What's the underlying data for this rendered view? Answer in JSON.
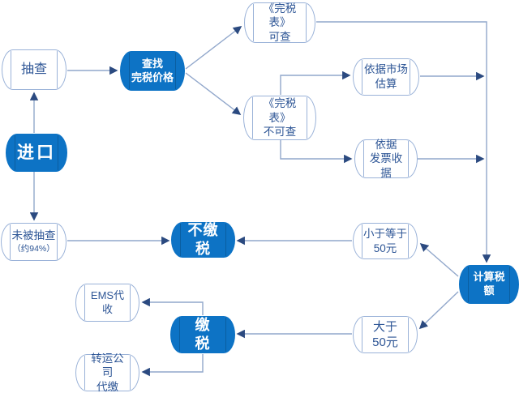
{
  "diagram": {
    "nodes": {
      "spot_check": {
        "label": "抽查"
      },
      "import": {
        "label": "进口"
      },
      "find_price": {
        "label": "查找\n完税价格"
      },
      "table_available": {
        "label": "《完税表》\n可查"
      },
      "table_unavailable": {
        "label": "《完税表》\n不可查"
      },
      "market_estimate": {
        "label": "依据市场\n估算"
      },
      "invoice_receipt": {
        "label": "依据\n发票收据"
      },
      "calc_tax": {
        "label": "计算税额"
      },
      "le_50": {
        "label": "小于等于\n50元"
      },
      "gt_50": {
        "label": "大于\n50元"
      },
      "no_tax": {
        "label": "不缴税"
      },
      "not_checked": {
        "label": "未被抽查",
        "sublabel": "（约94%）"
      },
      "ems_collect": {
        "label": "EMS代收"
      },
      "pay_tax": {
        "label": "缴　税"
      },
      "transfer_company": {
        "label": "转运公司\n代缴"
      }
    },
    "edges": [
      {
        "from": "import",
        "to": "spot_check"
      },
      {
        "from": "import",
        "to": "not_checked"
      },
      {
        "from": "spot_check",
        "to": "find_price"
      },
      {
        "from": "find_price",
        "to": "table_available"
      },
      {
        "from": "find_price",
        "to": "table_unavailable"
      },
      {
        "from": "table_unavailable",
        "to": "market_estimate"
      },
      {
        "from": "table_unavailable",
        "to": "invoice_receipt"
      },
      {
        "from": "table_available",
        "to": "calc_tax"
      },
      {
        "from": "market_estimate",
        "to": "calc_tax"
      },
      {
        "from": "invoice_receipt",
        "to": "calc_tax"
      },
      {
        "from": "calc_tax",
        "to": "le_50"
      },
      {
        "from": "calc_tax",
        "to": "gt_50"
      },
      {
        "from": "le_50",
        "to": "no_tax"
      },
      {
        "from": "gt_50",
        "to": "pay_tax"
      },
      {
        "from": "not_checked",
        "to": "no_tax"
      },
      {
        "from": "pay_tax",
        "to": "ems_collect"
      },
      {
        "from": "pay_tax",
        "to": "transfer_company"
      }
    ],
    "colors": {
      "primary_fill": "#0d73c5",
      "node_border": "#9ab2d8",
      "node_text": "#2e5696",
      "line": "#91a7cb",
      "arrowhead": "#2b4a80"
    }
  }
}
